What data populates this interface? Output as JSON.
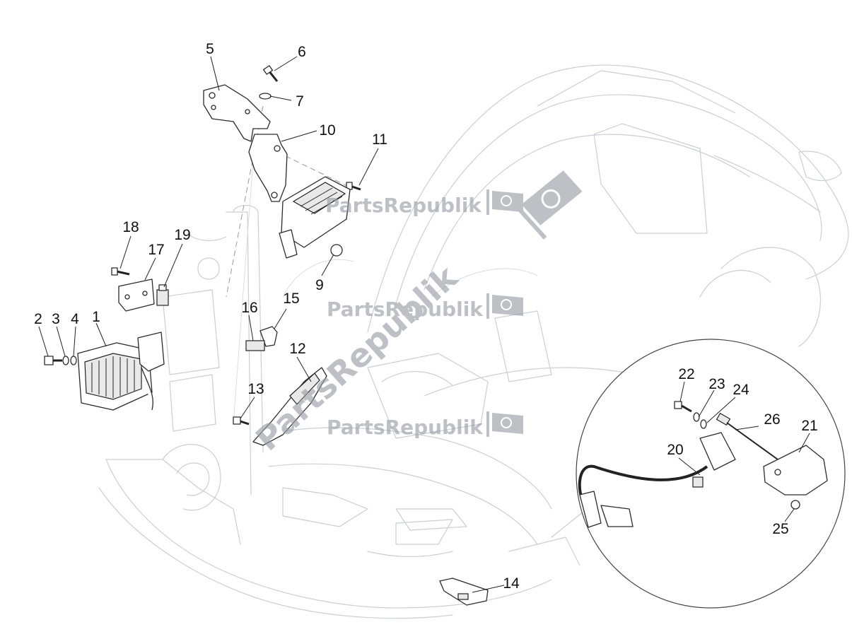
{
  "watermark": {
    "text": "PartsRepublik",
    "color": "#9aa0a8",
    "icon": "gear-flag-icon"
  },
  "colors": {
    "scooter_outline": "#c9cfd6",
    "part_stroke": "#2b2b2b",
    "label": "#111111",
    "background": "#ffffff"
  },
  "callouts": [
    "1",
    "2",
    "3",
    "4",
    "5",
    "6",
    "7",
    "9",
    "10",
    "11",
    "12",
    "13",
    "14",
    "15",
    "16",
    "17",
    "18",
    "19",
    "20",
    "21",
    "22",
    "23",
    "24",
    "25",
    "26"
  ],
  "detail_view": {
    "icon": "magnify-circle"
  }
}
